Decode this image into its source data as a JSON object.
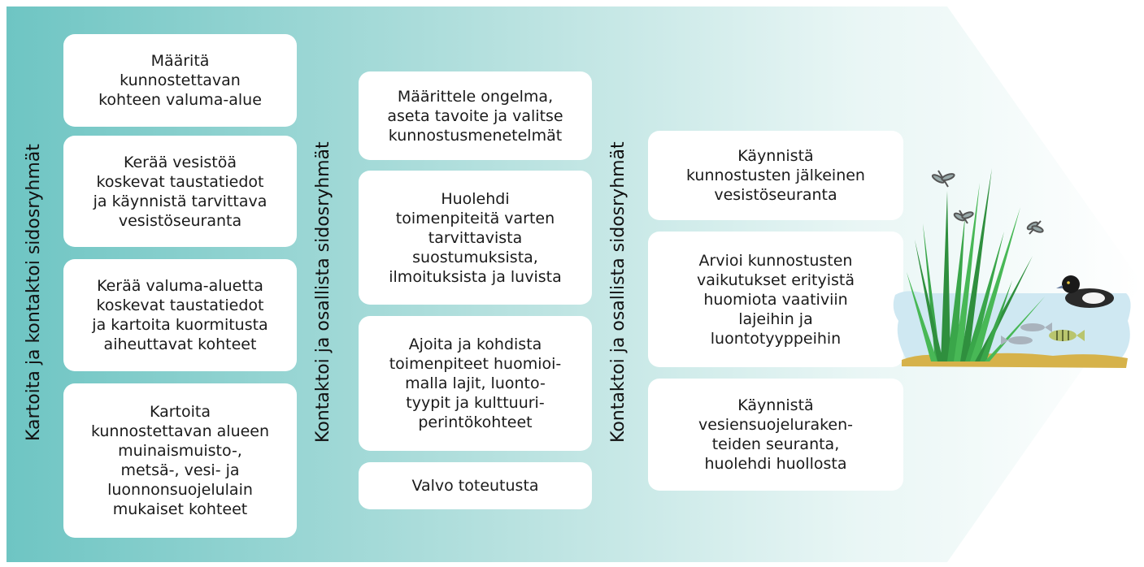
{
  "colors": {
    "gradient_start": "#6cc4c2",
    "gradient_end": "#ffffff",
    "box_fill": "#ffffff",
    "text": "#1a1a1a"
  },
  "columns": [
    {
      "stakeholder_label": "Kartoita ja kontaktoi sidosryhmät",
      "steps": [
        "Määritä\nkunnostettavan\nkohteen valuma-alue",
        "Kerää vesistöä\nkoskevat taustatiedot\nja käynnistä tarvittava\nvesistöseuranta",
        "Kerää valuma-aluetta\nkoskevat taustatiedot\nja kartoita kuormitusta\naiheuttavat kohteet",
        "Kartoita\nkunnostettavan alueen\nmuinaismuisto-,\nmetsä-, vesi- ja\nluonnonsuojelulain\nmukaiset kohteet"
      ]
    },
    {
      "stakeholder_label": "Kontaktoi ja osallista sidosryhmät",
      "steps": [
        "Määrittele ongelma,\naseta tavoite ja valitse\nkunnostusmenetelmät",
        "Huolehdi\ntoimenpiteitä varten\ntarvittavista\nsuostumuksista,\nilmoituksista ja luvista",
        "Ajoita ja kohdista\ntoimenpiteet huomioi-\nmalla lajit, luonto-\ntyypit ja kulttuuri-\nperintökohteet",
        "Valvo toteutusta"
      ]
    },
    {
      "stakeholder_label": "Kontaktoi ja osallista sidosryhmät",
      "steps": [
        "Käynnistä\nkunnostusten jälkeinen\nvesistöseuranta",
        "Arvioi kunnostusten\nvaikutukset erityistä\nhuomiota vaativiin\nlajeihin ja\nluontotyyppeihin",
        "Käynnistä\nvesiensuojeluraken-\nteiden seuranta,\nhuolehdi huollosta"
      ]
    }
  ],
  "illustration": {
    "icons": [
      "dragonfly-icon",
      "reed-grass",
      "duck-icon",
      "fish-icon",
      "perch-icon"
    ]
  }
}
